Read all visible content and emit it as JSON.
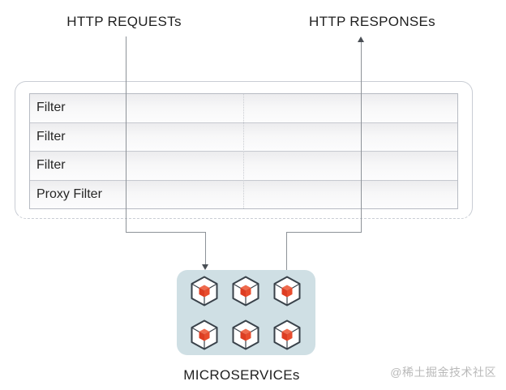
{
  "labels": {
    "http_requests": "HTTP REQUESTs",
    "http_responses": "HTTP RESPONSEs",
    "microservices": "MICROSERVICEs"
  },
  "filter_stack": {
    "rows": [
      {
        "label": "Filter"
      },
      {
        "label": "Filter"
      },
      {
        "label": "Filter"
      },
      {
        "label": "Proxy Filter"
      }
    ]
  },
  "microservices_box": {
    "icon": "cube-in-hexagon-icon",
    "icon_count": 6,
    "grid": "2 rows x 3 columns"
  },
  "watermark": "@稀土掘金技术社区",
  "colors": {
    "cube_top": "#ef6a4d",
    "cube_left": "#dd3d22",
    "cube_right": "#e84c2d",
    "hexagon_fill": "#ffffff",
    "hexagon_outline": "#39424a",
    "microservices_box_bg": "#cfdfe4",
    "connector_line": "#8d9298",
    "watermark_text": "#b9b9b9"
  }
}
